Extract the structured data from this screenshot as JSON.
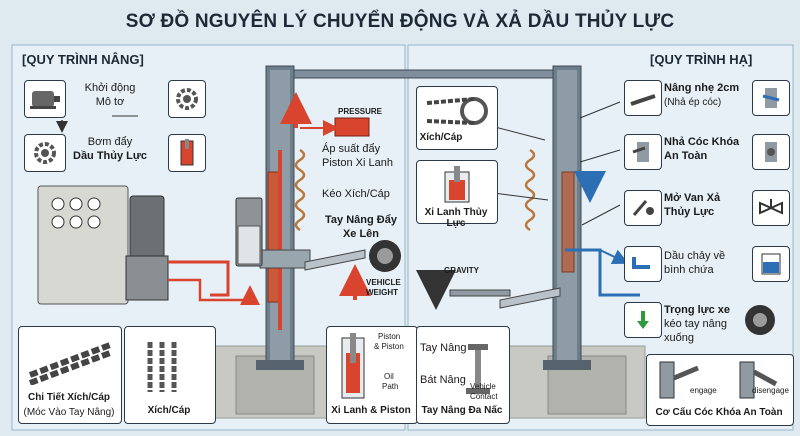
{
  "title": "SƠ ĐỒ NGUYÊN LÝ CHUYỂN ĐỘNG VÀ XẢ DẦU THỦY LỰC",
  "left": {
    "heading": "[QUY TRÌNH NÂNG]",
    "steps": [
      {
        "line1": "Khởi động",
        "line2": "Mô tơ",
        "icon": "motor-icon"
      },
      {
        "line1": "Bơm đẩy",
        "line2": "Dầu Thủy Lực",
        "icon": "gear-icon"
      }
    ],
    "pressure": "PRESSURE",
    "push_pressure_1": "Áp suất đẩy",
    "push_pressure_2": "Piston Xi Lanh",
    "pull_chain": "Kéo Xích/Cáp",
    "lift_arm_1": "Tay Nâng Đẩy",
    "lift_arm_2": "Xe Lên",
    "vehicle_weight_1": "VEHICLE",
    "vehicle_weight_2": "WEIGHT",
    "chain_detail_1": "Chi Tiết Xích/Cáp",
    "chain_detail_2": "(Móc Vào Tay Nâng)",
    "chain_cable": "Xích/Cáp",
    "cylinder_piston": "Xi Lanh & Piston",
    "piston_1": "Piston",
    "piston_2": "& Piston",
    "oil_path_1": "Oil",
    "oil_path_2": "Path"
  },
  "right": {
    "heading": "[QUY TRÌNH HẠ]",
    "steps": [
      {
        "line1": "Nâng nhẹ 2cm",
        "line2": "(Nhả ép cóc)"
      },
      {
        "line1": "Nhả Cóc Khóa",
        "line2": "An Toàn"
      },
      {
        "line1": "Mở Van Xả",
        "line2": "Thủy Lực"
      },
      {
        "line1": "Dầu chảy về",
        "line2": "bình chứa"
      },
      {
        "line1": "Trọng lực xe",
        "line2": "kéo tay nâng",
        "line3": "xuống"
      }
    ],
    "chain_cable": "Xích/Cáp",
    "cylinder": "Xi Lanh Thủy Lực",
    "gravity": "GRAVITY",
    "lift_arm": "Tay Nâng",
    "lift_pad": "Bát Nâng",
    "vehicle_contact_1": "Vehicle",
    "vehicle_contact_2": "Contact",
    "multi_arm": "Tay Nâng Đa Nấc",
    "engage": "engage",
    "disengage": "disengage",
    "lock_mechanism": "Cơ Cấu Cóc Khóa An Toàn"
  },
  "colors": {
    "hydraulic_red": "#d9442e",
    "oil_blue": "#2c6fb5",
    "gravity_green": "#2e9a3c",
    "frame": "#5d6d7a"
  }
}
